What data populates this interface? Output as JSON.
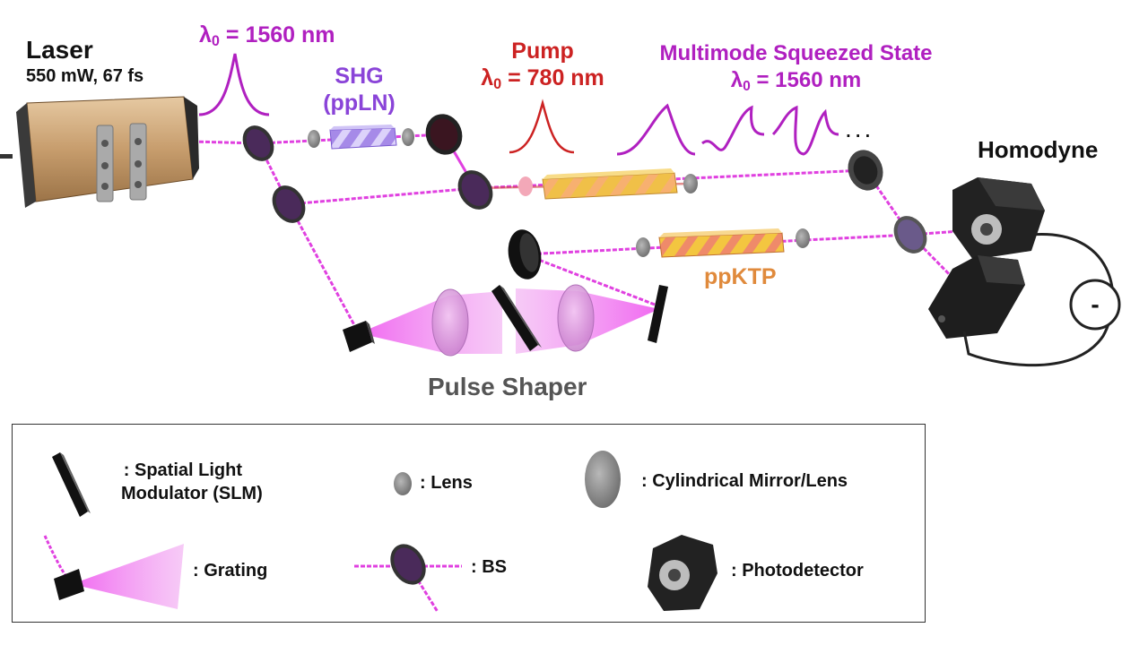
{
  "laser": {
    "title": "Laser",
    "specs": "550 mW, 67 fs"
  },
  "wavelength_in": {
    "prefix": "λ",
    "sub": "0",
    "value": " = 1560 nm"
  },
  "shg": {
    "line1": "SHG",
    "line2": "(ppLN)"
  },
  "pump": {
    "title": "Pump",
    "prefix": "λ",
    "sub": "0",
    "value": " = 780 nm"
  },
  "squeezed": {
    "title": "Multimode Squeezed State",
    "prefix": "λ",
    "sub": "0",
    "value": " = 1560 nm",
    "ellipsis": "..."
  },
  "homodyne": "Homodyne",
  "ppktp": "ppKTP",
  "pulse_shaper": "Pulse Shaper",
  "subtract_symbol": "-",
  "legend": {
    "slm": {
      "line1": ":  Spatial Light",
      "line2": "Modulator (SLM)"
    },
    "lens": ":  Lens",
    "cyl": ":  Cylindrical Mirror/Lens",
    "grating": ":  Grating",
    "bs": ":  BS",
    "photodetector": ":  Photodetector"
  },
  "colors": {
    "beam": "#e040e0",
    "magenta_text": "#b020c0",
    "shg_text": "#8a44d8",
    "pump_red": "#cc2222",
    "ppktp_orange": "#e08a3c",
    "shaper_gray": "#555555"
  }
}
